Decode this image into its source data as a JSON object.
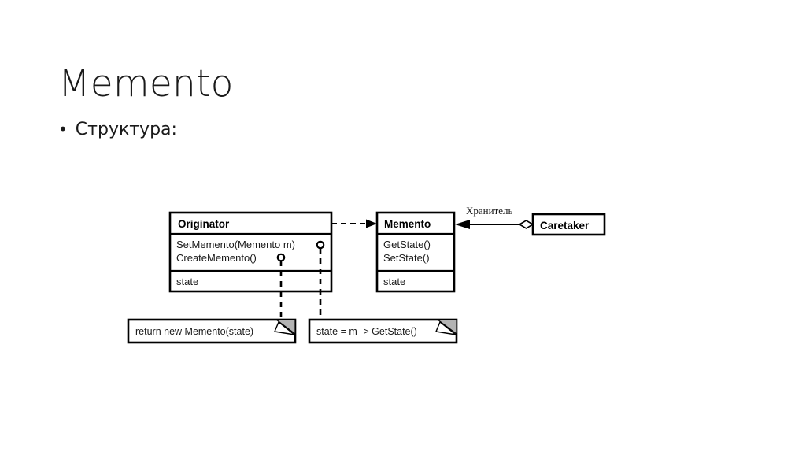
{
  "slide": {
    "title": "Memento",
    "bullet_marker": "•",
    "bullet_text": "Структура:"
  },
  "diagram": {
    "type": "uml-class-diagram",
    "classes": [
      {
        "key": "originator",
        "name": "Originator",
        "operations": [
          "SetMemento(Memento m)",
          "CreateMemento()"
        ],
        "attributes": [
          "state"
        ]
      },
      {
        "key": "memento",
        "name": "Memento",
        "operations": [
          "GetState()",
          "SetState()"
        ],
        "attributes": [
          "state"
        ]
      },
      {
        "key": "caretaker",
        "name": "Caretaker",
        "operations": [],
        "attributes": []
      }
    ],
    "relations": [
      {
        "key": "originator-memento-dependency",
        "from": "Originator",
        "to": "Memento",
        "style": "dashed-arrow",
        "label": ""
      },
      {
        "key": "caretaker-memento-aggregation",
        "from": "Caretaker",
        "to": "Memento",
        "style": "aggregation-arrow",
        "label": "Хранитель"
      }
    ],
    "notes": [
      {
        "key": "note-create-memento",
        "text": "return new Memento(state)",
        "anchored_to": "CreateMemento()"
      },
      {
        "key": "note-set-memento",
        "text": "state = m -> GetState()",
        "anchored_to": "SetMemento(Memento m)"
      }
    ],
    "colors": {
      "stroke": "#000000",
      "box_fill": "#ffffff",
      "note_fold_fill": "#b3b3b3",
      "text": "#1a1a1a",
      "background": "#ffffff"
    }
  }
}
